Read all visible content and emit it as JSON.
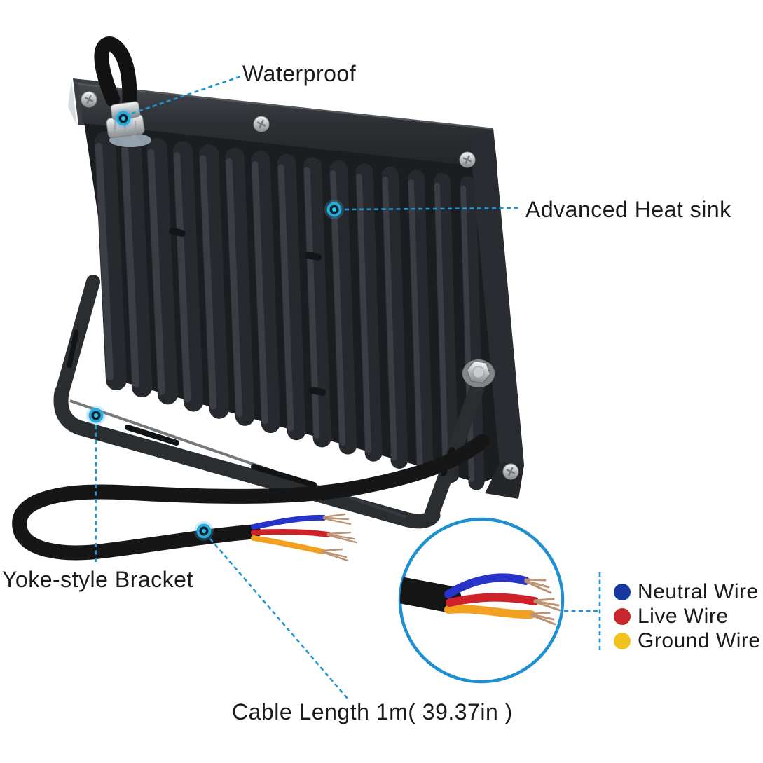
{
  "illustration": {
    "description": "Rear view of a black finned LED flood light with yoke-style bracket, waterproof cable gland and stripped power cable, with a magnified inset of the wire ends",
    "accent_color": "#2097d3",
    "body_color": "#26292d",
    "callouts": {
      "waterproof": "Waterproof",
      "heatsink": "Advanced Heat sink",
      "bracket": "Yoke-style Bracket",
      "cable_length": "Cable Length 1m( 39.37in )"
    },
    "wire_legend": {
      "items": [
        {
          "label": "Neutral Wire",
          "color": "#16399f"
        },
        {
          "label": "Live Wire",
          "color": "#c8272d"
        },
        {
          "label": "Ground Wire",
          "color": "#f2c21f"
        }
      ]
    },
    "wire_colors": {
      "neutral": "#2733c9",
      "live": "#cf2128",
      "ground": "#f2a01f"
    }
  }
}
